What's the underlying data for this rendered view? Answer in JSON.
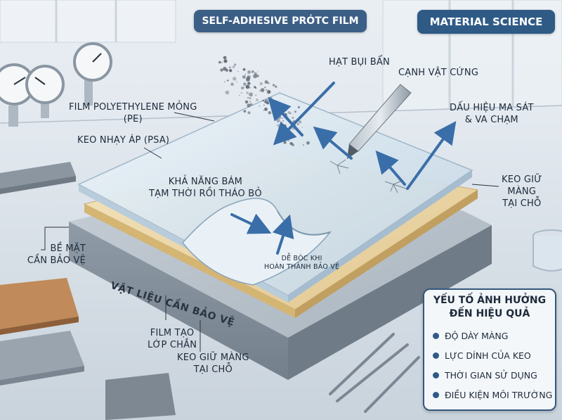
{
  "header": {
    "title": "SELF-ADHESIVE PRÓTC FILM",
    "tag": "MATERIAL SCIENCE"
  },
  "labels": {
    "pe_film_l1": "FILM POLYETHYLENE MỎNG",
    "pe_film_l2": "(PE)",
    "psa": "KEO NHẠY ÁP (PSA)",
    "dust": "HẠT BỤI BẨN",
    "hard_edge": "CẠNH VẬT CỨNG",
    "friction_l1": "DẤU HIỆU MA SÁT",
    "friction_l2": "& VA CHẠM",
    "adhesion_l1": "KHẢ NĂNG BÁM",
    "adhesion_l2": "TẠM THỜI RỒI THÁO BỎ",
    "hold_right_l1": "KEO GIỮ",
    "hold_right_l2": "MÀNG",
    "hold_right_l3": "TẠI CHỖ",
    "surface_l1": "BỀ MẶT",
    "surface_l2": "CẦN BẢO VỆ",
    "peel_l1": "DỄ BÓC KHI",
    "peel_l2": "HOÀN THÀNH BẢO VỆ",
    "base_material": "VẬT LIỆU CẦN BẢO VỆ",
    "barrier_l1": "FILM TẠO",
    "barrier_l2": "LỚP CHẮN",
    "hold_bottom_l1": "KEO GIỮ MÀNG",
    "hold_bottom_l2": "TẠI CHỖ"
  },
  "factors": {
    "title": "YẾU TỐ ẢNH HƯỞNG\nĐẾN HIỆU QUẢ",
    "items": [
      "ĐỘ DÀY MÀNG",
      "LỰC DÍNH CỦA KEO",
      "THỜI GIAN SỬ DỤNG",
      "ĐIỀU KIỆN MÔI TRƯỜNG"
    ]
  },
  "colors": {
    "banner": "#3c5f86",
    "arrow": "#3a6ea8",
    "film": "#d8e8f3",
    "adhesive": "#ecd7a8",
    "base": "#9aa6b2"
  }
}
